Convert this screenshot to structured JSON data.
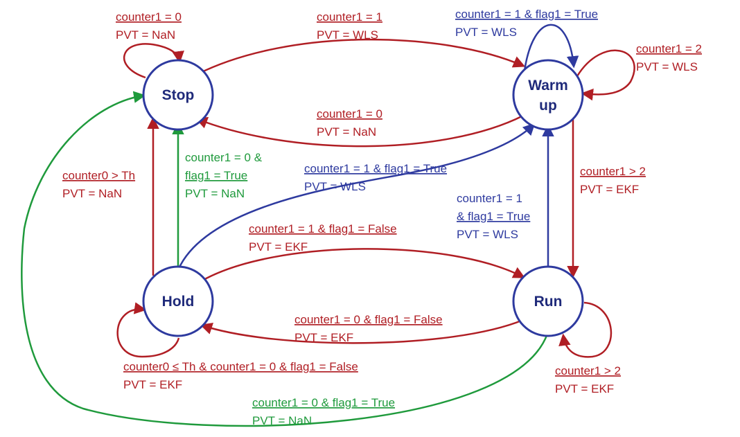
{
  "colors": {
    "red": "#b01e24",
    "blue": "#2e3a9f",
    "green": "#1f9a3c",
    "state_stroke": "#2e3a9f",
    "state_text": "#1f2a7a"
  },
  "states": {
    "stop": "Stop",
    "warmup_line1": "Warm",
    "warmup_line2": "up",
    "hold": "Hold",
    "run": "Run"
  },
  "transitions": {
    "stop_self": {
      "condition": "counter1 = 0",
      "pvt": "PVT = NaN"
    },
    "stop_to_warmup": {
      "condition": "counter1 = 1",
      "pvt": "PVT = WLS"
    },
    "warmup_self_blue": {
      "condition": "counter1 = 1 & flag1 = True",
      "pvt": "PVT = WLS"
    },
    "warmup_self_red": {
      "condition": "counter1 = 2",
      "pvt": "PVT = WLS"
    },
    "warmup_to_stop": {
      "condition": "counter1 = 0",
      "pvt": "PVT = NaN"
    },
    "hold_to_stop_red": {
      "condition": "counter0 > Th",
      "pvt": "PVT = NaN"
    },
    "hold_to_stop_green": {
      "condition_line1": "counter1 = 0 &",
      "condition_line2": "flag1 = True",
      "pvt": "PVT = NaN"
    },
    "hold_to_warmup": {
      "condition": "counter1 = 1 & flag1 = True",
      "pvt": "PVT = WLS"
    },
    "warmup_to_run": {
      "condition": "counter1 > 2",
      "pvt": "PVT = EKF"
    },
    "run_to_warmup": {
      "condition_line1": "counter1 = 1",
      "condition_line2": "& flag1 = True",
      "pvt": "PVT = WLS"
    },
    "hold_to_run": {
      "condition": "counter1 = 1 & flag1 = False",
      "pvt": "PVT = EKF"
    },
    "run_to_hold": {
      "condition": "counter1 = 0 & flag1 = False",
      "pvt": "PVT = EKF"
    },
    "hold_self": {
      "condition": "counter0 ≤ Th & counter1 = 0 & flag1 = False",
      "pvt": "PVT = EKF"
    },
    "run_self": {
      "condition": "counter1 > 2",
      "pvt": "PVT = EKF"
    },
    "run_to_stop": {
      "condition": "counter1 = 0 & flag1 = True",
      "pvt": "PVT = NaN"
    }
  }
}
